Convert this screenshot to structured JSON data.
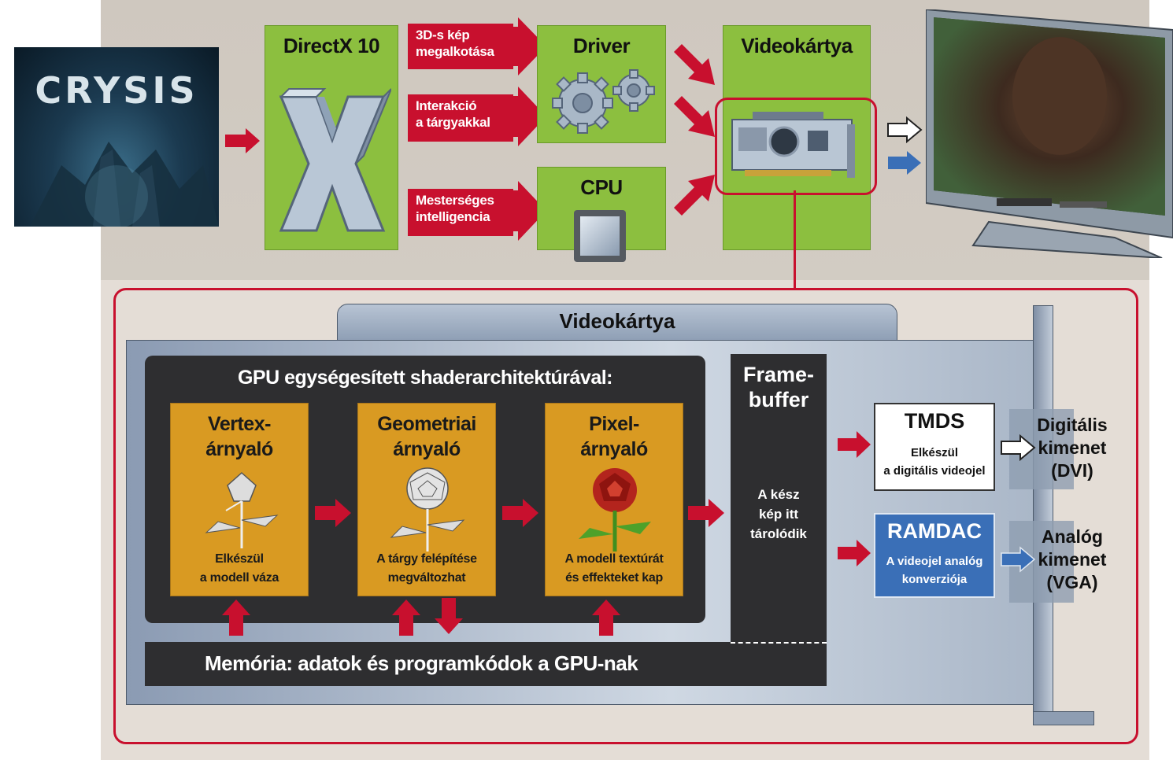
{
  "game": {
    "logo_text": "CRYSIS"
  },
  "top": {
    "directx": {
      "title": "DirectX 10"
    },
    "driver": {
      "title": "Driver"
    },
    "cpu": {
      "title": "CPU"
    },
    "videocard": {
      "title": "Videokártya"
    },
    "labels": [
      {
        "line1": "3D-s kép",
        "line2": "megalkotása"
      },
      {
        "line1": "Interakció",
        "line2": "a tárgyakkal"
      },
      {
        "line1": "Mesterséges",
        "line2": "intelligencia"
      }
    ]
  },
  "detail": {
    "title": "Videokártya",
    "gpu_title": "GPU egységesített shaderarchitektúrával:",
    "shaders": [
      {
        "title1": "Vertex-",
        "title2": "árnyaló",
        "cap1": "Elkészül",
        "cap2": "a modell váza"
      },
      {
        "title1": "Geometriai",
        "title2": "árnyaló",
        "cap1": "A tárgy felépítése",
        "cap2": "megváltozhat"
      },
      {
        "title1": "Pixel-",
        "title2": "árnyaló",
        "cap1": "A modell textúrát",
        "cap2": "és effekteket kap"
      }
    ],
    "framebuffer": {
      "title1": "Frame-",
      "title2": "buffer",
      "text1": "A kész",
      "text2": "kép itt",
      "text3": "tárolódik"
    },
    "memory": "Memória: adatok és programkódok a GPU-nak",
    "tmds": {
      "title": "TMDS",
      "sub1": "Elkészül",
      "sub2": "a digitális videojel"
    },
    "ramdac": {
      "title": "RAMDAC",
      "sub1": "A videojel analóg",
      "sub2": "konverziója"
    },
    "digital_out": {
      "l1": "Digitális",
      "l2": "kimenet",
      "l3": "(DVI)"
    },
    "analog_out": {
      "l1": "Analóg",
      "l2": "kimenet",
      "l3": "(VGA)"
    }
  },
  "colors": {
    "red": "#c8102e",
    "green": "#8cbf3f",
    "orange": "#d99a22",
    "blue": "#3a6fb7",
    "dark": "#2e2e30"
  }
}
